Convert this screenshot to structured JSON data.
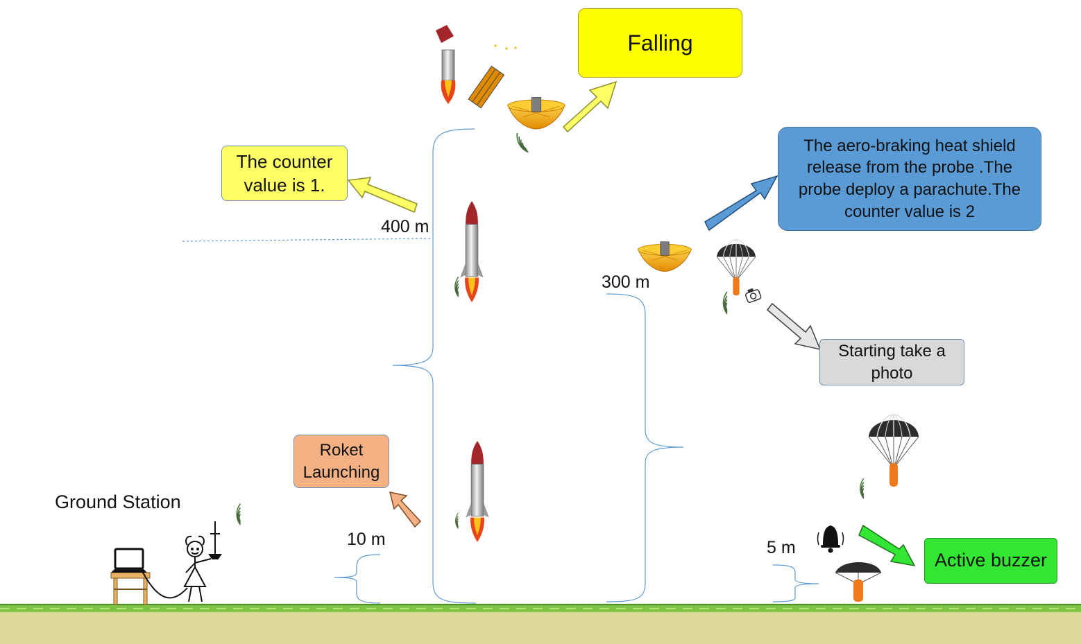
{
  "labels": {
    "ground_station": "Ground Station",
    "alt_400": "400 m",
    "alt_300": "300 m",
    "alt_10": "10 m",
    "alt_5": "5 m"
  },
  "callouts": {
    "falling": "Falling",
    "counter1": "The counter value is 1.",
    "heat_shield": "The aero-braking  heat shield release  from the probe .The probe deploy  a parachute.The counter value is 2",
    "photo": "Starting take a photo",
    "launch": "Roket Launching",
    "buzzer": "Active buzzer"
  },
  "colors": {
    "falling_fill": "#ffff00",
    "counter_fill": "#ffff66",
    "heat_shield_fill": "#5b9bd5",
    "photo_fill": "#d9d9d9",
    "launch_fill": "#f4b183",
    "buzzer_fill": "#33e633",
    "ground_fill": "#dcd99a",
    "grass_fill": "#7cc243"
  }
}
